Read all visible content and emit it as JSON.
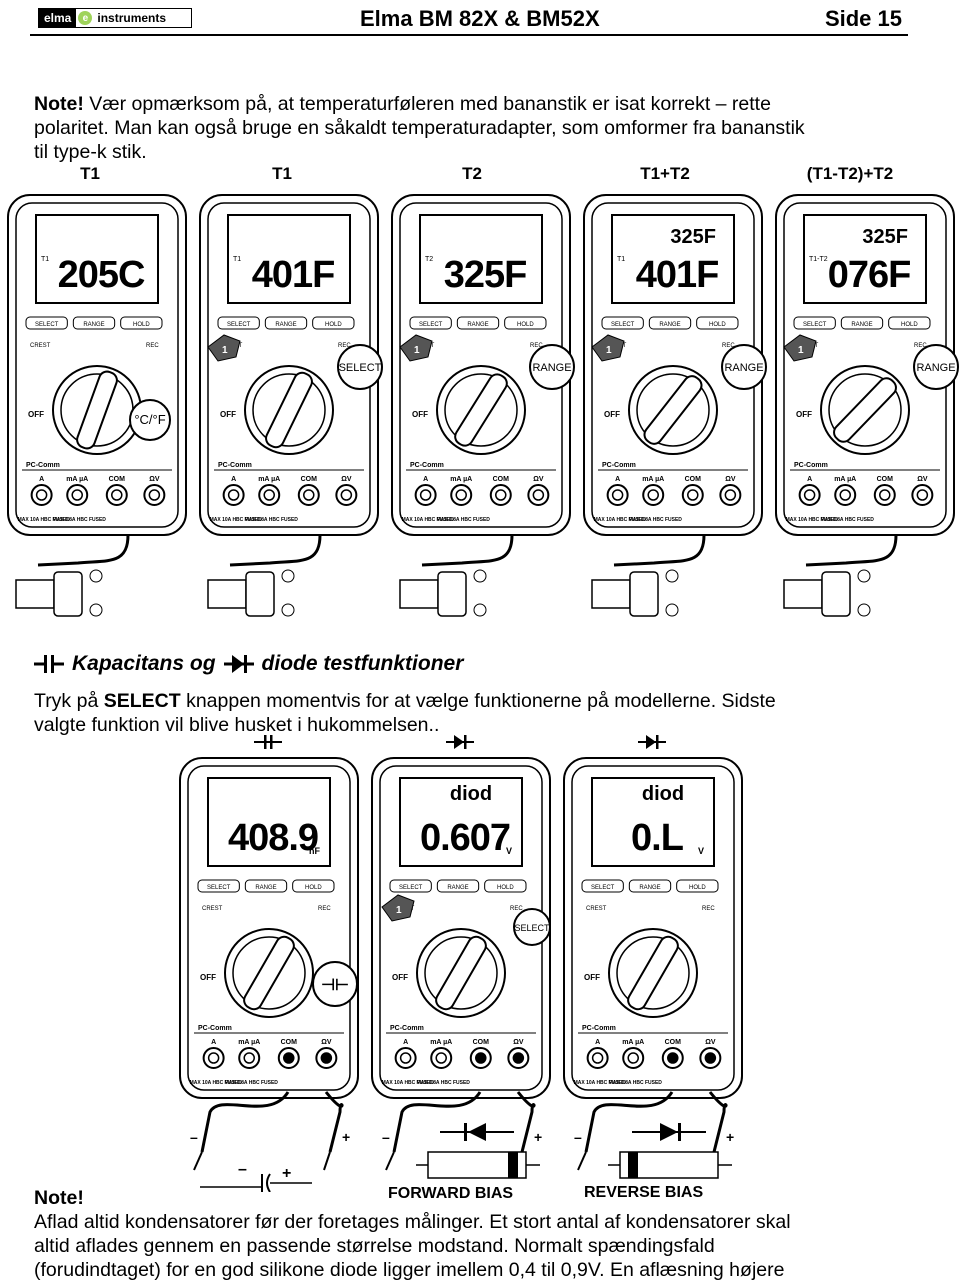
{
  "header": {
    "logo_left": "elma",
    "logo_mark": "e",
    "logo_right": "instruments",
    "title": "Elma BM 82X & BM52X",
    "page": "Side 15"
  },
  "note1": {
    "bold": "Note!",
    "line1": " Vær opmærksom på, at temperaturføleren med bananstik er isat korrekt – rette",
    "line2": "polaritet. Man kan også bruge en såkaldt temperaturadapter, som omformer fra bananstik",
    "line3": "til type-k stik."
  },
  "temp_row": {
    "labels": [
      "T1",
      "T1",
      "T2",
      "T1+T2",
      "(T1-T2)+T2"
    ],
    "readings": [
      "205C",
      "401F",
      "325F",
      "401F",
      "076F"
    ],
    "sub_readings": [
      "",
      "",
      "",
      "325F",
      "325F"
    ],
    "side_tags": [
      "T1",
      "T1",
      "T2",
      "T1",
      "T1-T2"
    ],
    "callouts": [
      "",
      "SELECT",
      "RANGE",
      "RANGE",
      "RANGE"
    ],
    "unit_callout": "°C/°F",
    "finger_label": "1"
  },
  "meter": {
    "buttons": [
      "SELECT",
      "RANGE",
      "HOLD"
    ],
    "crest": "CREST",
    "rec": "REC",
    "pc": "PC-Comm",
    "jacks": [
      "A",
      "mA µA",
      "COM",
      "ΩV"
    ],
    "fuse1": "MAX 10A HBC FUSED",
    "fuse2": "MAX 0.8A HBC FUSED",
    "off": "OFF"
  },
  "section": {
    "heading_a": "Kapacitans og",
    "heading_b": "diode testfunktioner",
    "cap_icon": "capacitor-icon",
    "diode_icon": "diode-icon"
  },
  "body2": {
    "line1_pre": "Tryk på ",
    "line1_bold": "SELECT",
    "line1_post": " knappen momentvis for at vælge funktionerne på modellerne. Sidste",
    "line2": "valgte funktion vil blive husket i hukommelsen.."
  },
  "cap_row": {
    "readings": [
      "408.9",
      "0.607",
      "0.L"
    ],
    "top_text": [
      "",
      "diod",
      "diod"
    ],
    "units": [
      "nF",
      "V",
      "V"
    ],
    "callouts": [
      "",
      "SELECT",
      ""
    ],
    "finger_label": "1"
  },
  "bias": {
    "forward": "FORWARD BIAS",
    "reverse": "REVERSE BIAS",
    "minus": "–",
    "plus": "+"
  },
  "note2": {
    "bold": "Note!",
    "line1": "Aflad altid kondensatorer før der foretages målinger. Et stort antal af kondensatorer skal",
    "line2": "altid aflades gennem en passende størrelse modstand. Normalt spændingsfald",
    "line3": "(forudindtaget) for en god silikone diode ligger imellem 0,4 til 0,9V. En aflæsning højere"
  }
}
